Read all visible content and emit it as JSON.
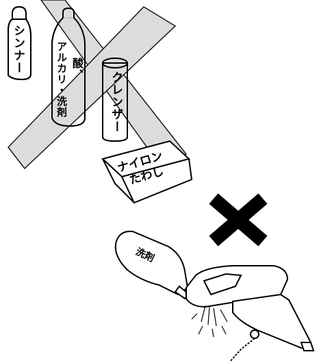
{
  "labels": {
    "thinner": "シンナー",
    "acid": "酸、",
    "alkali_detergent": "アルカリ・洗剤",
    "cleanser": "クレンザー",
    "nylon": "ナイロン",
    "scrubber": "たわし",
    "detergent_bottle": "洗剤"
  },
  "colors": {
    "cross_band": "#d9d9d9",
    "outline": "#000000",
    "prohibit_mark": "#000000"
  },
  "icons": {
    "prohibited_mark": "x-mark-icon"
  }
}
